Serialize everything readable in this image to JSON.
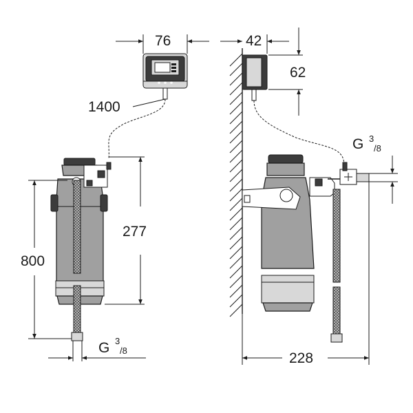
{
  "dimensions": {
    "control_width": "76",
    "control_depth": "42",
    "control_height": "62",
    "cable_length": "1400",
    "filter_height": "277",
    "total_height": "800",
    "wall_offset": "228"
  },
  "connections": {
    "left_prefix": "G",
    "left_numerator": "3",
    "left_denominator": "/8",
    "right_prefix": "G",
    "right_numerator": "3",
    "right_denominator": "/8"
  },
  "colors": {
    "line": "#1a1a1a",
    "filter_body": "#a0a0a0",
    "dark_part": "#3c3c3c"
  }
}
